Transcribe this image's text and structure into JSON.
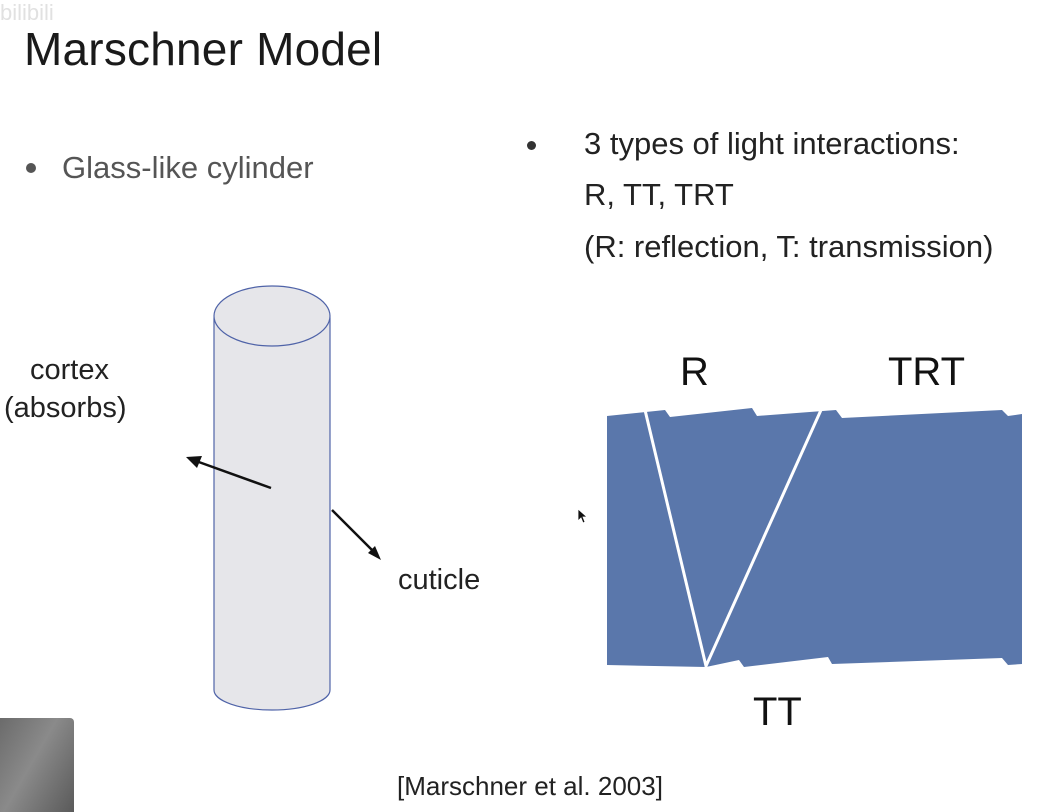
{
  "slide": {
    "title": "Marschner Model",
    "watermark": "bilibili",
    "left_bullet": "Glass-like cylinder",
    "right_bullet": {
      "line1": "3 types of light interactions:",
      "line2": "R, TT, TRT",
      "line3": "(R: reflection, T: transmission)"
    },
    "cylinder_labels": {
      "cortex_line1": "cortex",
      "cortex_line2": "(absorbs)",
      "cuticle": "cuticle"
    },
    "figure_labels": {
      "r": "R",
      "trt": "TRT",
      "tt": "TT"
    },
    "citation": "[Marschner et al. 2003]"
  },
  "colors": {
    "hair_fill": "#5a77ab",
    "cylinder_fill": "#e6e6ea",
    "cylinder_stroke": "#4f63a8",
    "ray_color": "#ffffff"
  },
  "icons": {
    "cursor": "mouse-pointer-icon"
  }
}
